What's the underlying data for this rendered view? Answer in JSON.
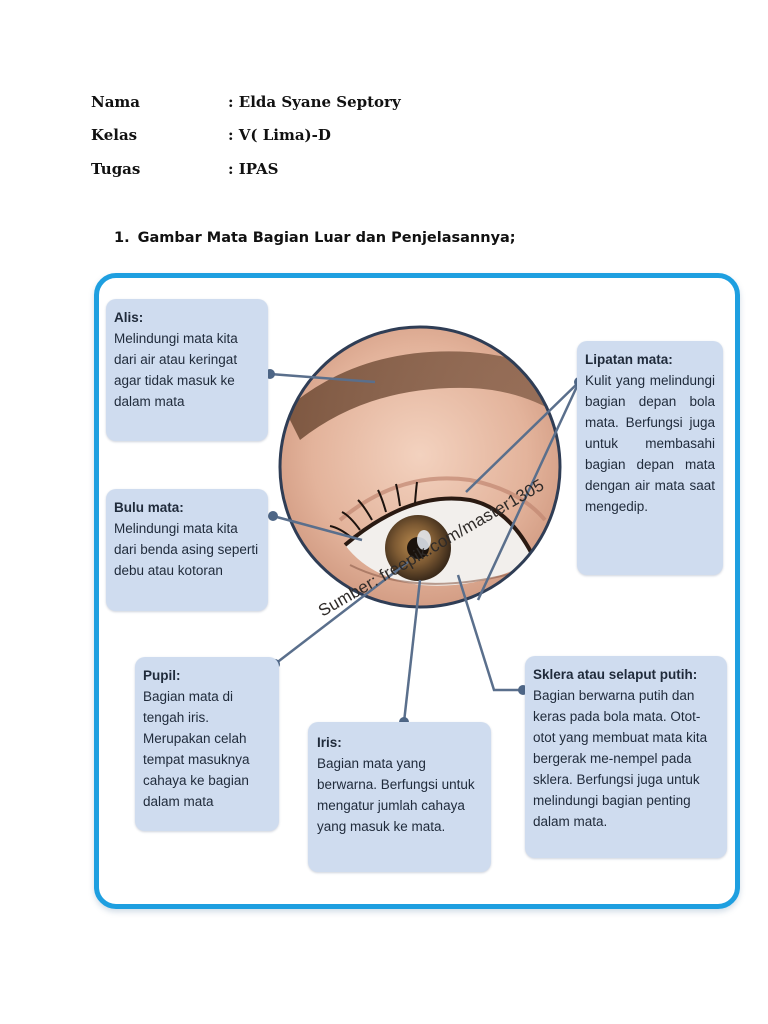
{
  "info": {
    "nama": {
      "label": "Nama",
      "value": ": Elda Syane Septory"
    },
    "kelas": {
      "label": "Kelas",
      "value": ": V( Lima)-D"
    },
    "tugas": {
      "label": "Tugas",
      "value": ": IPAS"
    }
  },
  "heading": {
    "number": "1.",
    "text": "Gambar Mata Bagian Luar dan Penjelasannya;"
  },
  "figure": {
    "source": "Sumber: freepik.com/master1305",
    "frame_color": "#1e9fe0",
    "callout_color": "#cfdcef",
    "line_color": "#5a6f8c",
    "callouts": {
      "alis": {
        "title": "Alis:",
        "text": "Melindungi mata kita dari air atau keringat agar tidak masuk ke dalam mata"
      },
      "bulu_mata": {
        "title": "Bulu mata:",
        "text": "Melindungi mata kita dari benda asing seperti debu atau kotoran"
      },
      "pupil": {
        "title": "Pupil:",
        "text": "Bagian mata di tengah iris. Merupakan celah tempat masuknya cahaya ke bagian dalam mata"
      },
      "iris": {
        "title": "Iris:",
        "text": "Bagian mata yang berwarna. Berfungsi untuk mengatur jumlah cahaya yang masuk ke mata."
      },
      "lipatan_mata": {
        "title": "Lipatan mata:",
        "text": "Kulit yang melindungi bagian depan bola mata. Berfungsi juga untuk membasahi bagian depan mata dengan air mata saat mengedip."
      },
      "sklera": {
        "title": "Sklera atau selaput putih:",
        "text": "Bagian berwarna putih dan keras pada bola mata. Otot-otot yang membuat mata kita bergerak me-nempel pada sklera. Berfungsi juga untuk melindungi bagian penting dalam mata."
      }
    }
  }
}
